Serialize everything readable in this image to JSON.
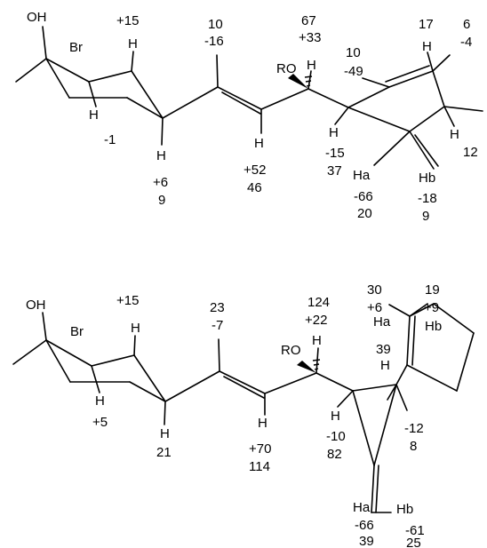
{
  "structures": [
    {
      "atoms": {
        "oh": "OH",
        "br": "Br",
        "ro": "RO",
        "h_top_ring": "H",
        "h_left_ring": "H",
        "h_right_ring": "H",
        "h_vinyl": "H",
        "h_carbinol": "H",
        "h_allylic": "H",
        "h_ring_top": "H",
        "h_ring_right": "H",
        "ha": "Ha",
        "hb": "Hb"
      },
      "values": {
        "v1": "+15",
        "v2": "10",
        "v3": "-16",
        "v4": "67",
        "v5": "+33",
        "v6": "10",
        "v7": "-49",
        "v8": "17",
        "v9": "6",
        "v10": "-4",
        "v11": "-1",
        "v12": "+6",
        "v13": "9",
        "v14": "+52",
        "v15": "46",
        "v16": "-15",
        "v17": "37",
        "v18": "12",
        "v19": "-66",
        "v20": "20",
        "v21": "-18",
        "v22": "9"
      }
    },
    {
      "atoms": {
        "oh": "OH",
        "br": "Br",
        "ro": "RO",
        "h_top_ring": "H",
        "h_left_ring": "H",
        "h_right_ring": "H",
        "h_vinyl": "H",
        "h_carbinol": "H",
        "h_allylic": "H",
        "h_ring": "H",
        "ha_top": "Ha",
        "hb_top": "Hb",
        "ha": "Ha",
        "hb": "Hb"
      },
      "values": {
        "v1": "+15",
        "v2": "23",
        "v3": "-7",
        "v4": "124",
        "v5": "+22",
        "v6": "30",
        "v7": "+6",
        "v8": "19",
        "v9": "+9",
        "v10": "39",
        "v11": "+5",
        "v12": "21",
        "v13": "+70",
        "v14": "114",
        "v15": "-10",
        "v16": "82",
        "v17": "-12",
        "v18": "8",
        "v19": "-66",
        "v20": "39",
        "v21": "-61",
        "v22": "25"
      }
    }
  ]
}
